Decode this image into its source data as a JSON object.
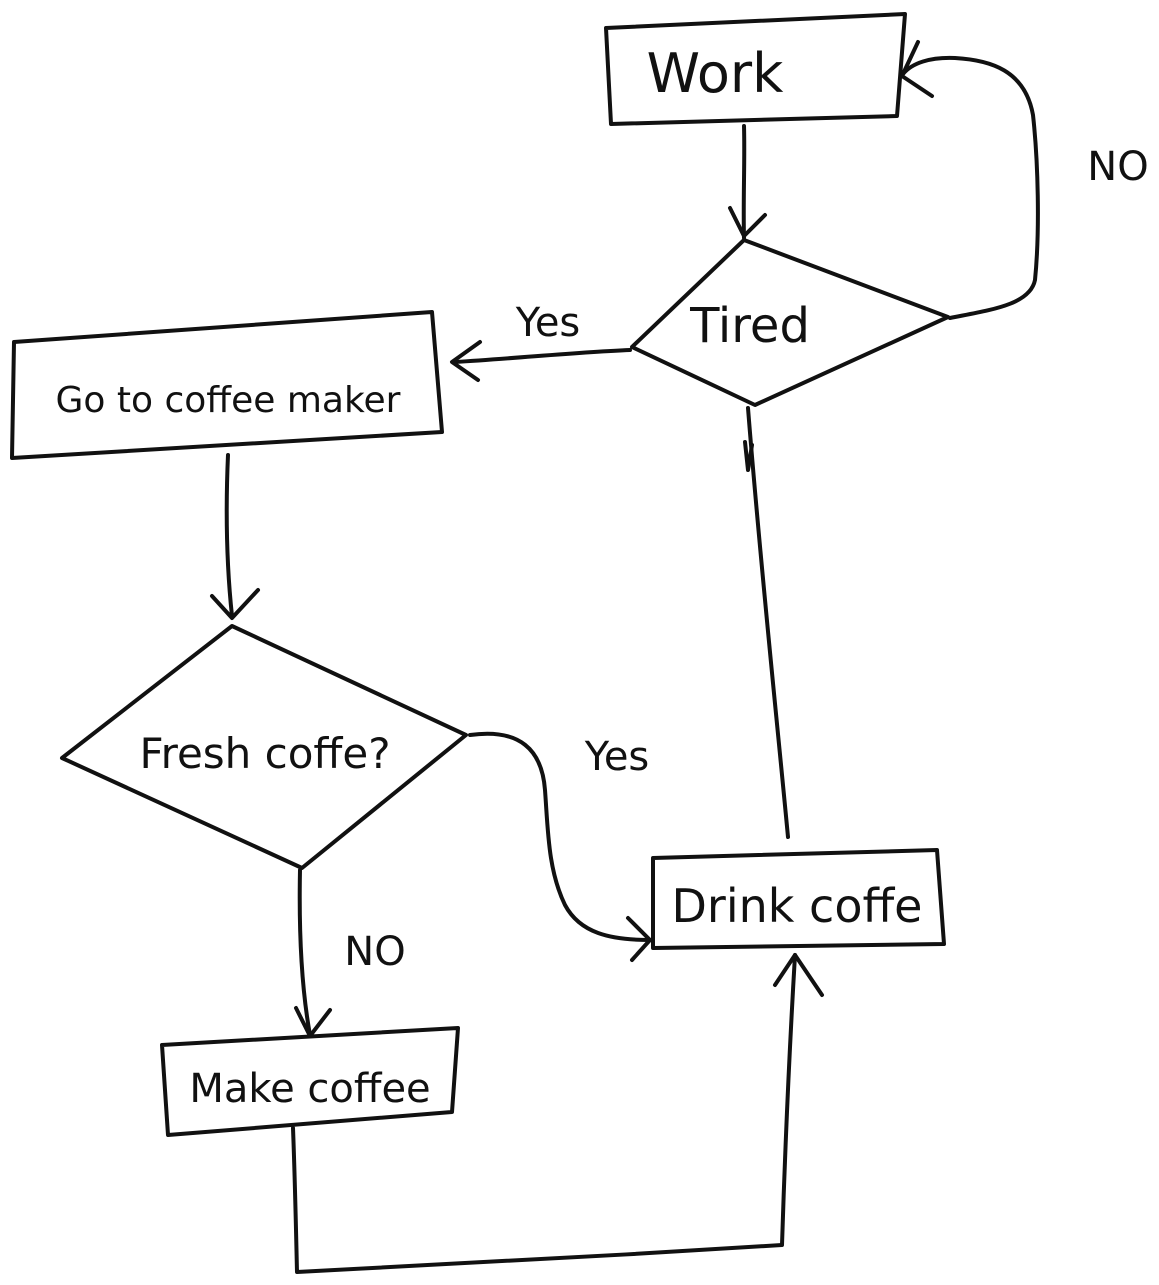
{
  "nodes": {
    "work": "Work",
    "tired": "Tired",
    "go_to_coffee_maker": "Go to coffee maker",
    "fresh_coffee": "Fresh coffe?",
    "drink_coffee": "Drink coffe",
    "make_coffee": "Make coffee"
  },
  "edges": {
    "tired_yes": "Yes",
    "tired_no": "NO",
    "fresh_yes": "Yes",
    "fresh_no": "NO"
  },
  "colors": {
    "ink": "#111111",
    "background": "#ffffff"
  }
}
